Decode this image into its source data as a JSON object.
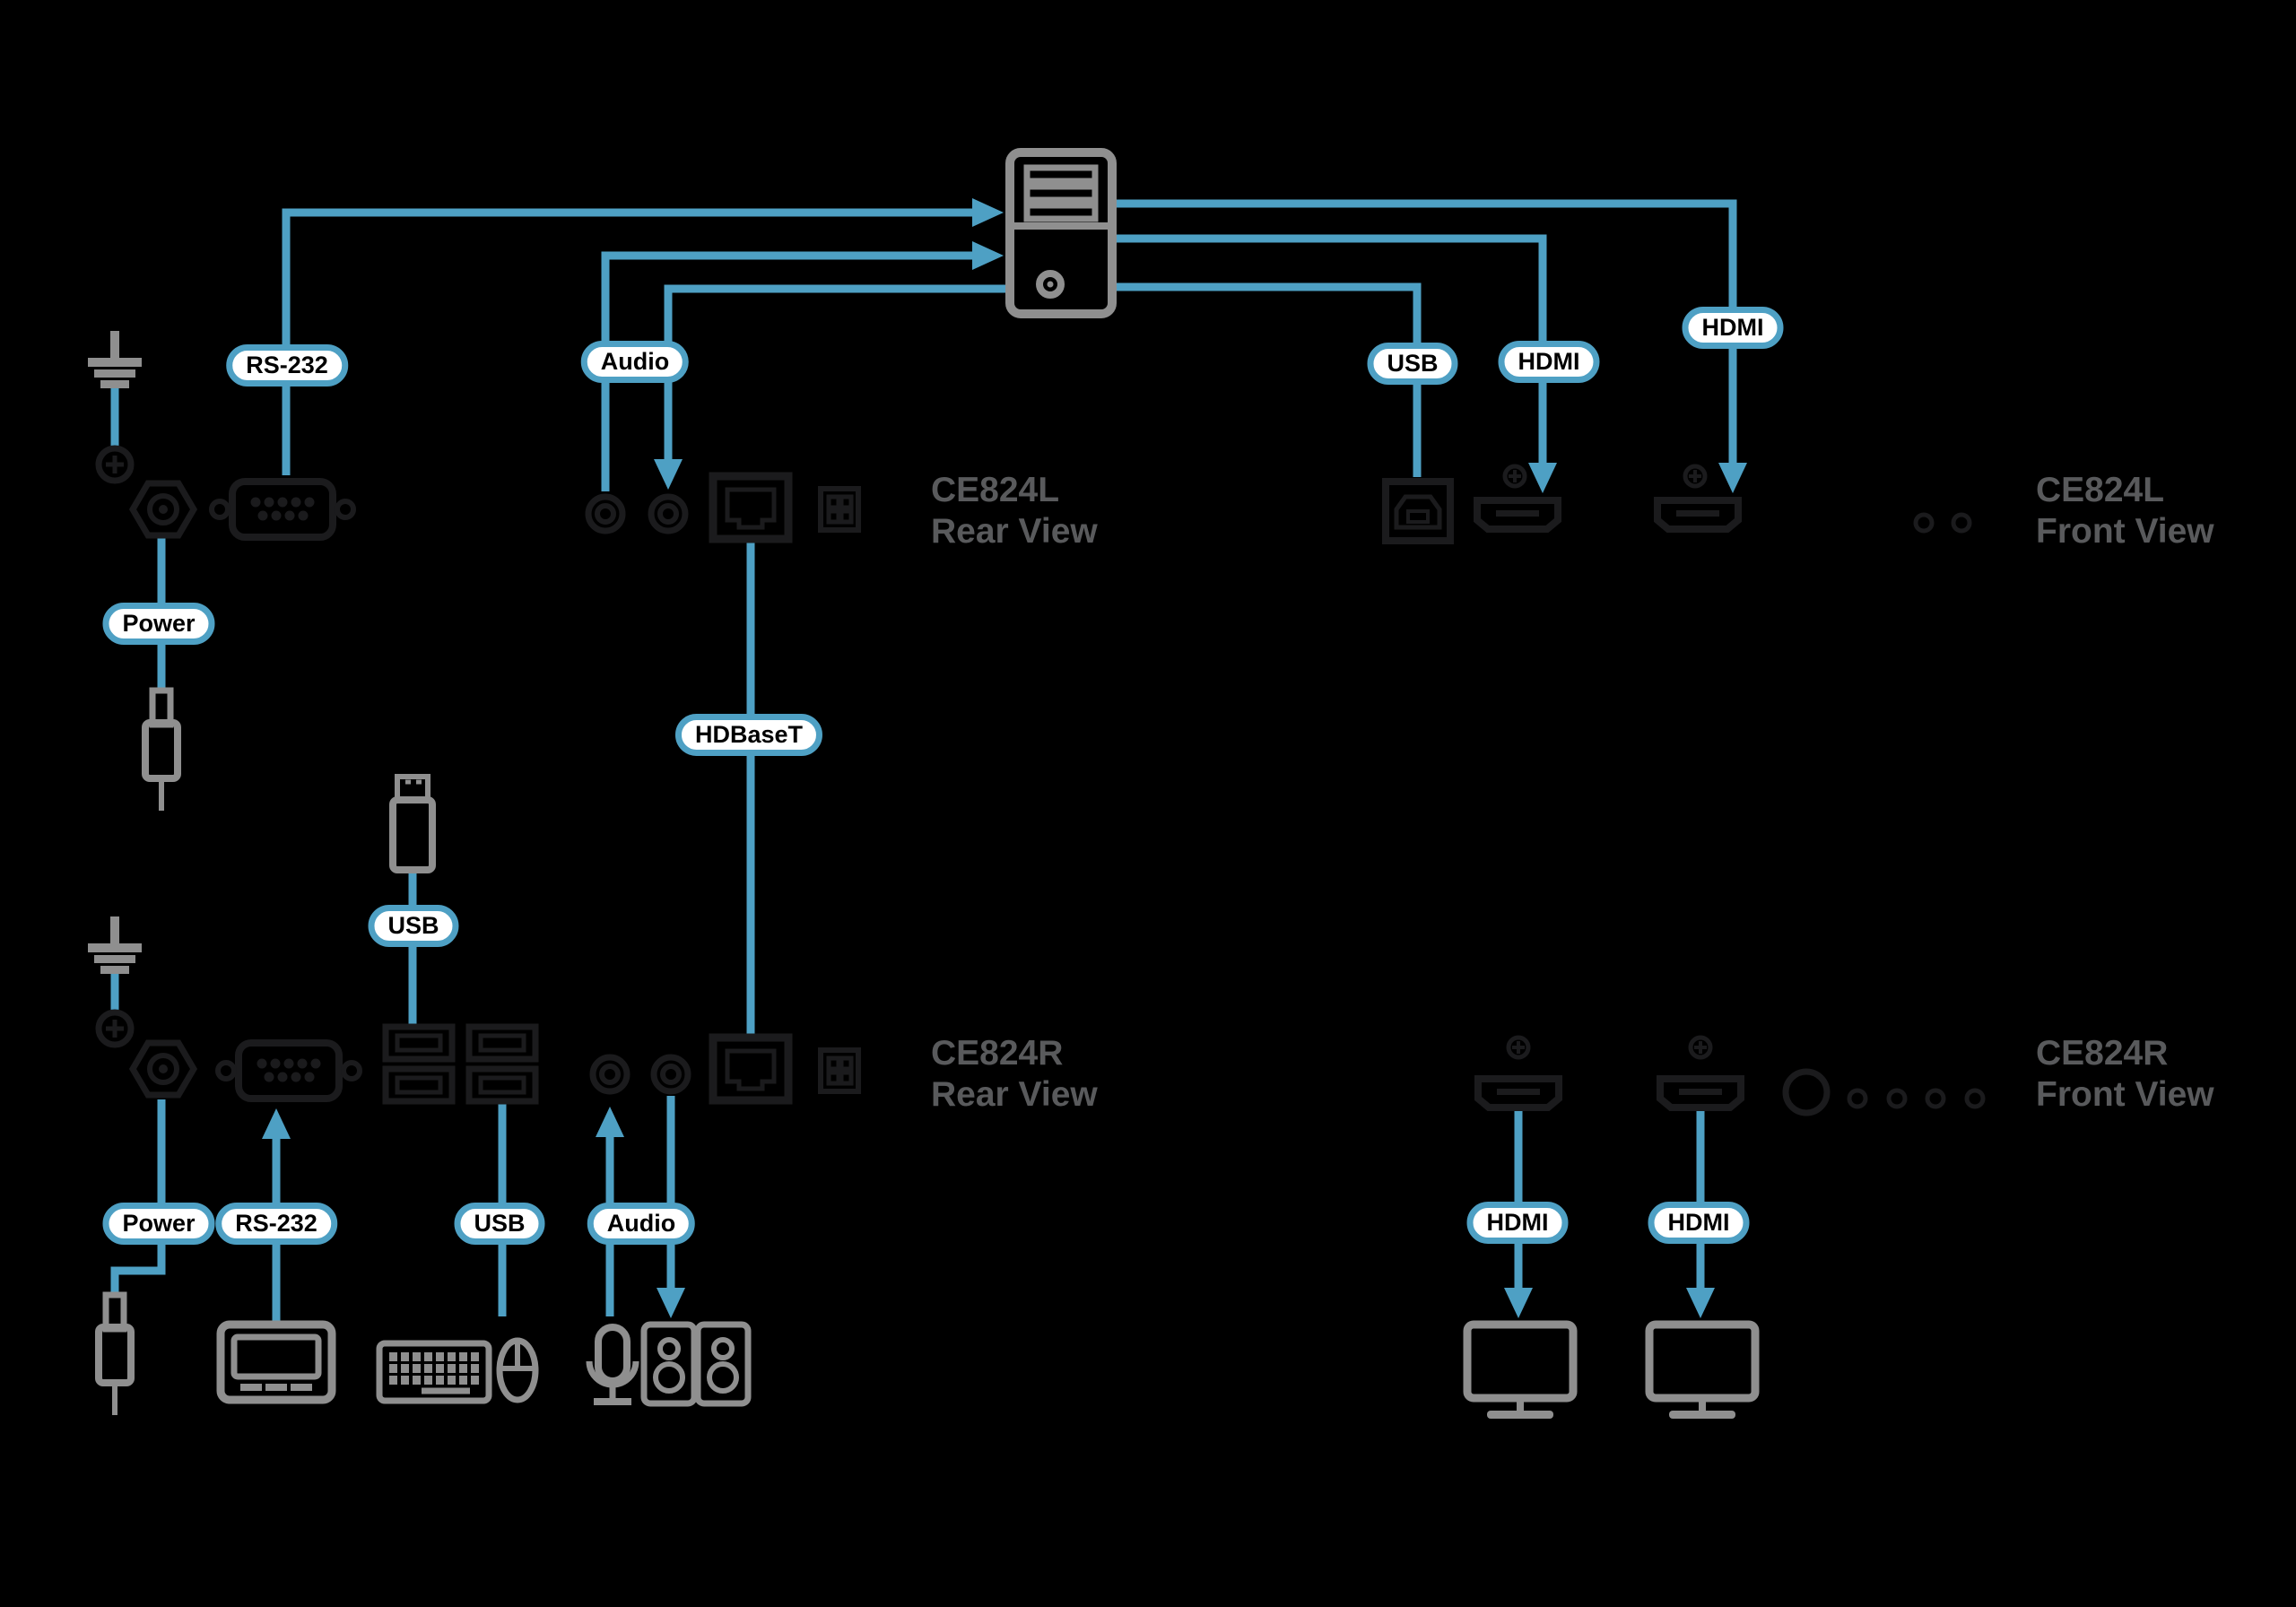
{
  "colors": {
    "background": "#000000",
    "cable_blue": "#4EA0C4",
    "device_gray": "#8F8F8F",
    "connector_dark": "#1B1B1D",
    "caption_gray": "#595A5C",
    "pill_bg": "#FFFFFF",
    "pill_border": "#4EA0C4",
    "pill_text": "#000000"
  },
  "pills": [
    {
      "id": "rs232-top",
      "text": "RS-232"
    },
    {
      "id": "audio-top",
      "text": "Audio"
    },
    {
      "id": "usb-top",
      "text": "USB"
    },
    {
      "id": "hdmi-top-1",
      "text": "HDMI"
    },
    {
      "id": "hdmi-top-2",
      "text": "HDMI"
    },
    {
      "id": "power-left",
      "text": "Power"
    },
    {
      "id": "hdbaset",
      "text": "HDBaseT"
    },
    {
      "id": "usb-mid",
      "text": "USB"
    },
    {
      "id": "power-bottom",
      "text": "Power"
    },
    {
      "id": "rs232-bottom",
      "text": "RS-232"
    },
    {
      "id": "usb-bottom",
      "text": "USB"
    },
    {
      "id": "audio-bottom",
      "text": "Audio"
    },
    {
      "id": "hdmi-bottom-1",
      "text": "HDMI"
    },
    {
      "id": "hdmi-bottom-2",
      "text": "HDMI"
    }
  ],
  "views": [
    {
      "model": "CE824L",
      "view": "Rear View"
    },
    {
      "model": "CE824L",
      "view": "Front View"
    },
    {
      "model": "CE824R",
      "view": "Rear View"
    },
    {
      "model": "CE824R",
      "view": "Front View"
    }
  ],
  "icons": [
    "computer-tower-icon",
    "grounding-symbol-icon",
    "grounding-terminal-icon",
    "dc-power-jack-icon",
    "dc-power-plug-icon",
    "db9-serial-port-icon",
    "audio-jack-icon",
    "rj45-port-icon",
    "terminal-block-icon",
    "usb-b-port-icon",
    "usb-a-port-icon",
    "hdmi-port-icon",
    "screw-icon",
    "led-indicator-icon",
    "volume-knob-icon",
    "usb-flash-drive-icon",
    "serial-touch-panel-icon",
    "keyboard-icon",
    "mouse-icon",
    "microphone-icon",
    "speaker-icon",
    "monitor-icon"
  ]
}
